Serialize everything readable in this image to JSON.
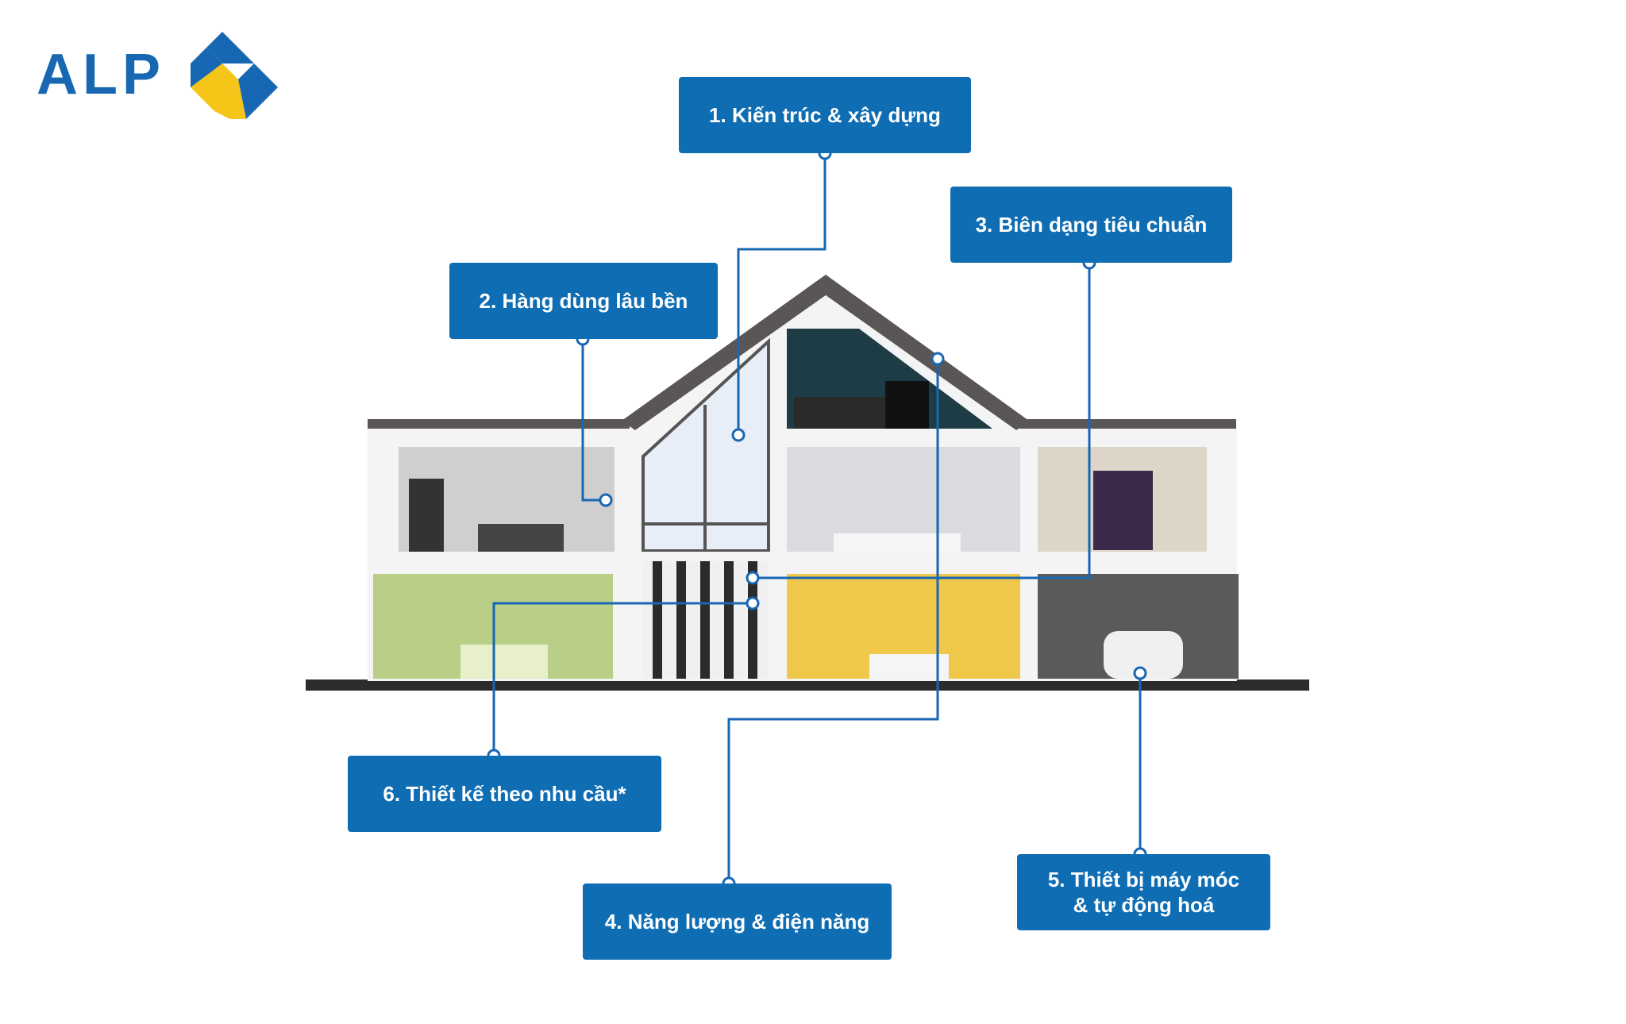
{
  "brand": {
    "name": "ALP",
    "colors": {
      "blue": "#1767b3",
      "yellow": "#f5c518",
      "callout": "#0f6db3"
    }
  },
  "callouts": [
    {
      "id": "c1",
      "lines": [
        "1. Kiến trúc & xây dựng"
      ]
    },
    {
      "id": "c2",
      "lines": [
        "2. Hàng dùng lâu bền"
      ]
    },
    {
      "id": "c3",
      "lines": [
        "3. Biên dạng tiêu chuẩn"
      ]
    },
    {
      "id": "c4",
      "lines": [
        "4. Năng lượng & điện năng"
      ]
    },
    {
      "id": "c5",
      "lines": [
        "5. Thiết bị máy móc",
        "& tự động hoá"
      ]
    },
    {
      "id": "c6",
      "lines": [
        "6. Thiết kế theo nhu cầu*"
      ]
    }
  ]
}
